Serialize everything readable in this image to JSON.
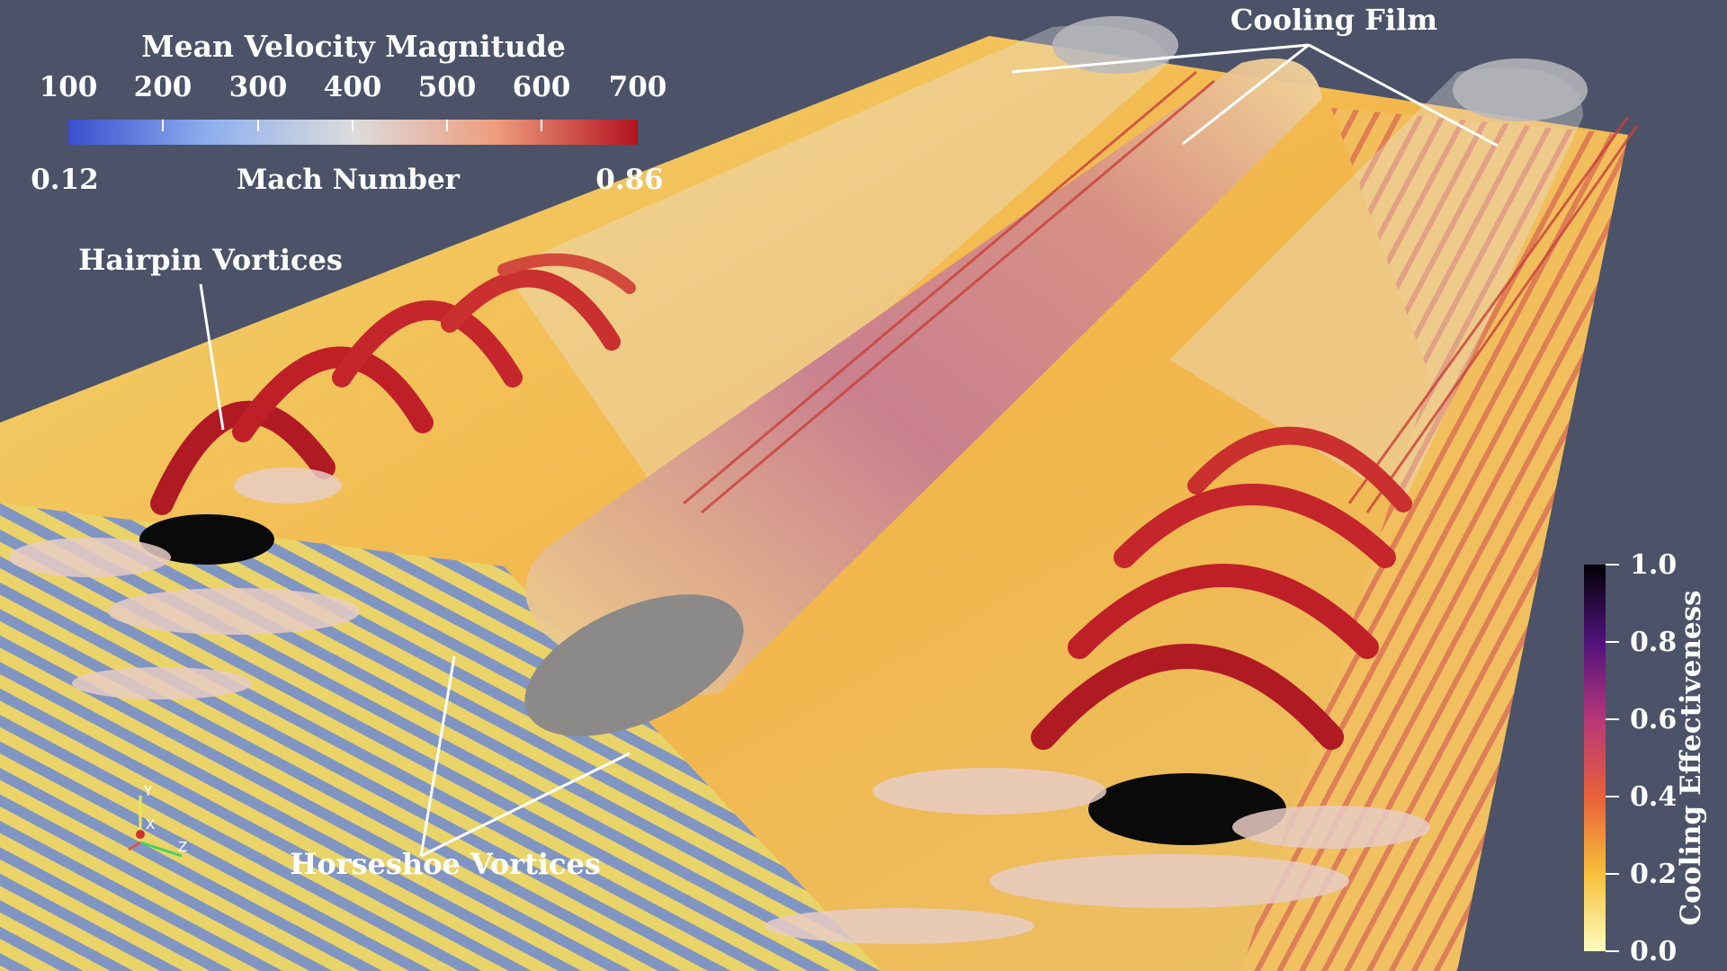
{
  "velocity_legend": {
    "title": "Mean Velocity Magnitude",
    "ticks": [
      "100",
      "200",
      "300",
      "400",
      "500",
      "600",
      "700"
    ],
    "mach_label": "Mach Number",
    "mach_min": "0.12",
    "mach_max": "0.86"
  },
  "effectiveness_legend": {
    "title": "Cooling Effectiveness",
    "ticks": [
      "1.0",
      "0.8",
      "0.6",
      "0.4",
      "0.2",
      "0.0"
    ]
  },
  "annotations": {
    "cooling_film": "Cooling Film",
    "hairpin_vortices": "Hairpin Vortices",
    "horseshoe_vortices": "Horseshoe Vortices"
  },
  "axes_triad": {
    "y": "Y",
    "x": "X",
    "z": "Z"
  },
  "colors": {
    "background": "#4c5268",
    "cool_blue": "#3a4fcf",
    "neutral": "#dcdcdc",
    "warm_red": "#b3121f",
    "cooling_high": "#000004",
    "cooling_mid": "#b73779",
    "cooling_low": "#fcfdbf"
  }
}
